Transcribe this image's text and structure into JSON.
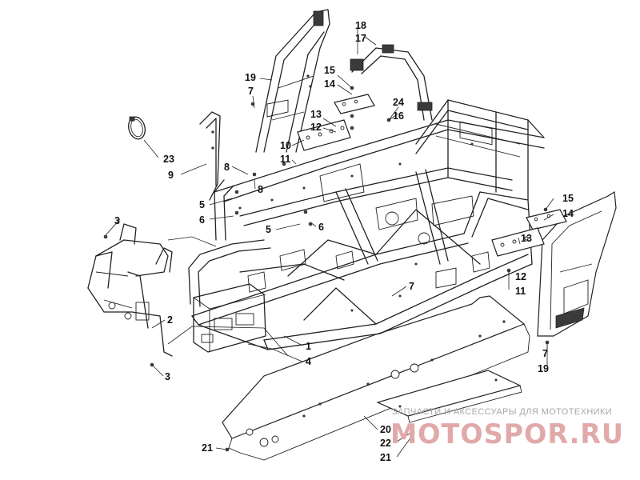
{
  "watermark": {
    "caption": "ЗАПЧАСТИ И АКСЕССУАРЫ ДЛЯ МОТОТЕХНИКИ",
    "logo": "MOTOSPOR.RU",
    "accent": "#e1a9a9"
  },
  "callouts": [
    {
      "id": "c-18",
      "text": "18"
    },
    {
      "id": "c-17",
      "text": "17"
    },
    {
      "id": "c-19a",
      "text": "19"
    },
    {
      "id": "c-7a",
      "text": "7"
    },
    {
      "id": "c-15a",
      "text": "15"
    },
    {
      "id": "c-14a",
      "text": "14"
    },
    {
      "id": "c-24",
      "text": "24"
    },
    {
      "id": "c-16",
      "text": "16"
    },
    {
      "id": "c-13a",
      "text": "13"
    },
    {
      "id": "c-12a",
      "text": "12"
    },
    {
      "id": "c-10",
      "text": "10"
    },
    {
      "id": "c-11a",
      "text": "11"
    },
    {
      "id": "c-23",
      "text": "23"
    },
    {
      "id": "c-9",
      "text": "9"
    },
    {
      "id": "c-8a",
      "text": "8"
    },
    {
      "id": "c-8b",
      "text": "8"
    },
    {
      "id": "c-5a",
      "text": "5"
    },
    {
      "id": "c-6a",
      "text": "6"
    },
    {
      "id": "c-3a",
      "text": "3"
    },
    {
      "id": "c-5b",
      "text": "5"
    },
    {
      "id": "c-6b",
      "text": "6"
    },
    {
      "id": "c-15b",
      "text": "15"
    },
    {
      "id": "c-14b",
      "text": "14"
    },
    {
      "id": "c-13b",
      "text": "13"
    },
    {
      "id": "c-12b",
      "text": "12"
    },
    {
      "id": "c-11b",
      "text": "11"
    },
    {
      "id": "c-7b",
      "text": "7"
    },
    {
      "id": "c-2",
      "text": "2"
    },
    {
      "id": "c-1",
      "text": "1"
    },
    {
      "id": "c-4",
      "text": "4"
    },
    {
      "id": "c-3b",
      "text": "3"
    },
    {
      "id": "c-7c",
      "text": "7"
    },
    {
      "id": "c-19b",
      "text": "19"
    },
    {
      "id": "c-20",
      "text": "20"
    },
    {
      "id": "c-22",
      "text": "22"
    },
    {
      "id": "c-21a",
      "text": "21"
    },
    {
      "id": "c-21b",
      "text": "21"
    }
  ]
}
